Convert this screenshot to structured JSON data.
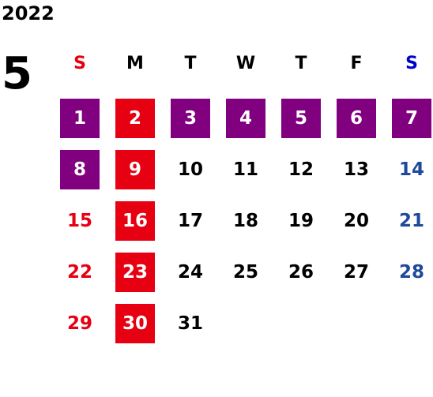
{
  "calendar": {
    "year": "2022",
    "month": "5",
    "weekdays": [
      {
        "label": "S",
        "color": "#e60012"
      },
      {
        "label": "M",
        "color": "#000000"
      },
      {
        "label": "T",
        "color": "#000000"
      },
      {
        "label": "W",
        "color": "#000000"
      },
      {
        "label": "T",
        "color": "#000000"
      },
      {
        "label": "F",
        "color": "#000000"
      },
      {
        "label": "S",
        "color": "#0000cc"
      }
    ],
    "start_weekday": 0,
    "days": [
      {
        "label": "1",
        "style": "purple"
      },
      {
        "label": "2",
        "style": "red"
      },
      {
        "label": "3",
        "style": "purple"
      },
      {
        "label": "4",
        "style": "purple"
      },
      {
        "label": "5",
        "style": "purple"
      },
      {
        "label": "6",
        "style": "purple"
      },
      {
        "label": "7",
        "style": "purple"
      },
      {
        "label": "8",
        "style": "purple"
      },
      {
        "label": "9",
        "style": "red"
      },
      {
        "label": "10",
        "style": "normal"
      },
      {
        "label": "11",
        "style": "normal"
      },
      {
        "label": "12",
        "style": "normal"
      },
      {
        "label": "13",
        "style": "normal"
      },
      {
        "label": "14",
        "style": "saturday"
      },
      {
        "label": "15",
        "style": "sunday"
      },
      {
        "label": "16",
        "style": "red"
      },
      {
        "label": "17",
        "style": "normal"
      },
      {
        "label": "18",
        "style": "normal"
      },
      {
        "label": "19",
        "style": "normal"
      },
      {
        "label": "20",
        "style": "normal"
      },
      {
        "label": "21",
        "style": "saturday"
      },
      {
        "label": "22",
        "style": "sunday"
      },
      {
        "label": "23",
        "style": "red"
      },
      {
        "label": "24",
        "style": "normal"
      },
      {
        "label": "25",
        "style": "normal"
      },
      {
        "label": "26",
        "style": "normal"
      },
      {
        "label": "27",
        "style": "normal"
      },
      {
        "label": "28",
        "style": "saturday"
      },
      {
        "label": "29",
        "style": "sunday"
      },
      {
        "label": "30",
        "style": "red"
      },
      {
        "label": "31",
        "style": "normal"
      }
    ],
    "colors": {
      "purple_bg": "#800080",
      "red_bg": "#e60012",
      "highlight_text": "#ffffff",
      "normal_text": "#000000",
      "sunday_text": "#e60012",
      "saturday_text": "#1f4a9b"
    }
  }
}
